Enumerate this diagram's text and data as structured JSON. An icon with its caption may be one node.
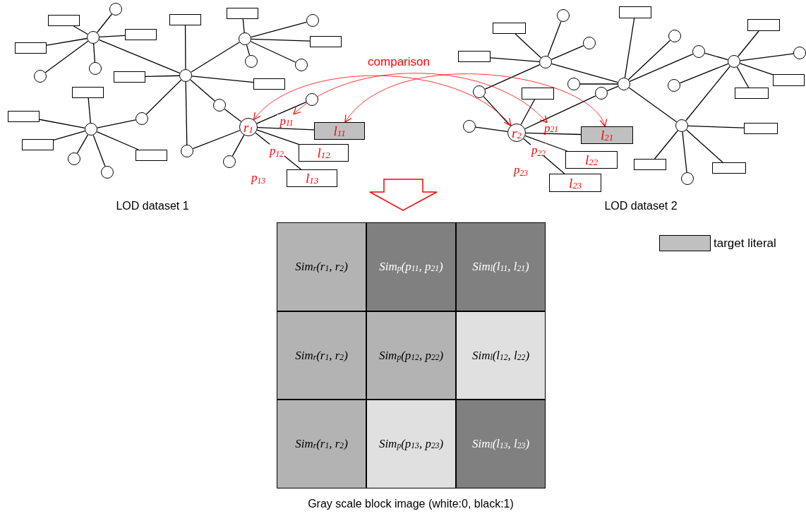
{
  "diagram": {
    "nodes": [
      {
        "text": [],
        "shape": "circle"
      },
      {
        "text": [],
        "shape": "circle"
      },
      {
        "text": [],
        "shape": "circle"
      },
      {
        "text": [],
        "shape": "circle"
      },
      {
        "text": [
          "r$_{1}$"
        ]
      },
      {
        "text": [],
        "shape": "box"
      },
      {
        "text": [],
        "shape": "circle"
      },
      {
        "text": [],
        "shape": "box"
      },
      {
        "text": [],
        "shape": "box"
      },
      {
        "text": [],
        "shape": "circle"
      },
      {
        "text": [],
        "shape": "circle"
      },
      {
        "text": [],
        "shape": "box"
      },
      {
        "text": [],
        "shape": "box"
      },
      {
        "text": [],
        "shape": "box"
      },
      {
        "text": [],
        "shape": "circle"
      },
      {
        "text": [],
        "shape": "circle"
      },
      {
        "text": [],
        "shape": "circle"
      },
      {
        "text": [],
        "shape": "box"
      },
      {
        "text": [],
        "shape": "circle"
      },
      {
        "text": [],
        "shape": "box"
      },
      {
        "text": [],
        "shape": "circle"
      },
      {
        "text": [],
        "shape": "circle"
      },
      {
        "text": [],
        "shape": "box"
      },
      {
        "text": [],
        "shape": "box"
      },
      {
        "text": [],
        "shape": "box"
      },
      {
        "text": [],
        "shape": "circle"
      },
      {
        "text": [],
        "shape": "circle"
      },
      {
        "text": [],
        "shape": "box"
      },
      {
        "text": [],
        "shape": "circle"
      },
      {
        "text": [
          "l$_{11}$"
        ]
      },
      {
        "text": [
          "l$_{12}$"
        ]
      },
      {
        "text": [
          "l$_{13}$"
        ]
      },
      {
        "text": [],
        "shape": "circle"
      },
      {
        "text": [],
        "shape": "circle"
      },
      {
        "text": [],
        "shape": "circle"
      },
      {
        "text": [],
        "shape": "circle"
      },
      {
        "text": [],
        "shape": "circle"
      },
      {
        "text": [
          "r$_{2}$"
        ]
      },
      {
        "text": [],
        "shape": "box"
      },
      {
        "text": [],
        "shape": "circle"
      },
      {
        "text": [],
        "shape": "circle"
      },
      {
        "text": [],
        "shape": "box"
      },
      {
        "text": [],
        "shape": "circle"
      },
      {
        "text": [],
        "shape": "box"
      },
      {
        "text": [],
        "shape": "circle"
      },
      {
        "text": [],
        "shape": "circle"
      },
      {
        "text": [],
        "shape": "circle"
      },
      {
        "text": [],
        "shape": "circle"
      },
      {
        "text": [],
        "shape": "box"
      },
      {
        "text": [],
        "shape": "circle"
      },
      {
        "text": [],
        "shape": "box"
      },
      {
        "text": [],
        "shape": "box"
      },
      {
        "text": [],
        "shape": "circle"
      },
      {
        "text": [],
        "shape": "box"
      },
      {
        "text": [],
        "shape": "box"
      },
      {
        "text": [],
        "shape": "circle"
      },
      {
        "text": [],
        "shape": "box"
      },
      {
        "text": [],
        "shape": "circle"
      },
      {
        "text": [],
        "shape": "box"
      },
      {
        "text": [
          "l$_{21}$"
        ]
      },
      {
        "text": [
          "l$_{22}$"
        ]
      },
      {
        "text": [
          "l$_{23}$"
        ]
      },
      {
        "text": [
          "Sim$_{r}$(r$_{1}$, r$_{2}$)"
        ]
      },
      {
        "text": [
          "Sim$_{p}$(p$_{11}$, p$_{21}$)"
        ]
      },
      {
        "text": [
          "Sim$_{l}$(l$_{11}$, l$_{21}$)"
        ]
      },
      {
        "text": [
          "Sim$_{r}$(r$_{1}$, r$_{2}$)"
        ]
      },
      {
        "text": [
          "Sim$_{p}$(p$_{12}$, p$_{22}$)"
        ]
      },
      {
        "text": [
          "Sim$_{l}$(l$_{12}$, l$_{22}$)"
        ]
      },
      {
        "text": [
          "Sim$_{r}$(r$_{1}$, r$_{2}$)"
        ]
      },
      {
        "text": [
          "Sim$_{p}$(p$_{13}$, p$_{23}$)"
        ]
      },
      {
        "text": [
          "Sim$_{l}$(l$_{13}$, l$_{23}$)"
        ]
      },
      {
        "text": [
          "p$_{11}$"
        ]
      },
      {
        "text": [
          "p$_{21}$"
        ]
      }
    ],
    "edges": [
      {
        "from": 1,
        "to": 5,
        "arrow": "none"
      },
      {
        "from": 1,
        "to": 6,
        "arrow": "none"
      },
      {
        "from": 1,
        "to": 7,
        "arrow": "none"
      },
      {
        "from": 1,
        "to": 8,
        "arrow": "none"
      },
      {
        "from": 1,
        "to": 9,
        "arrow": "none"
      },
      {
        "from": 1,
        "to": 10,
        "arrow": "none"
      },
      {
        "from": 0,
        "to": 1,
        "arrow": "none"
      },
      {
        "from": 0,
        "to": 11,
        "arrow": "none"
      },
      {
        "from": 0,
        "to": 12,
        "arrow": "none"
      },
      {
        "from": 0,
        "to": 13,
        "arrow": "none"
      },
      {
        "from": 0,
        "to": 14,
        "arrow": "none"
      },
      {
        "from": 0,
        "to": 15,
        "arrow": "none"
      },
      {
        "from": 0,
        "to": 16,
        "arrow": "none"
      },
      {
        "from": 0,
        "to": 2,
        "arrow": "none"
      },
      {
        "from": 2,
        "to": 17,
        "arrow": "none"
      },
      {
        "from": 2,
        "to": 18,
        "arrow": "none"
      },
      {
        "from": 2,
        "to": 19,
        "arrow": "none"
      },
      {
        "from": 2,
        "to": 20,
        "arrow": "none"
      },
      {
        "from": 2,
        "to": 21,
        "arrow": "none"
      },
      {
        "from": 3,
        "to": 22,
        "arrow": "none"
      },
      {
        "from": 3,
        "to": 23,
        "arrow": "none"
      },
      {
        "from": 3,
        "to": 15,
        "arrow": "none"
      },
      {
        "from": 3,
        "to": 24,
        "arrow": "none"
      },
      {
        "from": 3,
        "to": 25,
        "arrow": "none"
      },
      {
        "from": 3,
        "to": 26,
        "arrow": "none"
      },
      {
        "from": 3,
        "to": 27,
        "arrow": "none"
      },
      {
        "from": 4,
        "to": 14,
        "arrow": "none"
      },
      {
        "from": 4,
        "to": 28,
        "arrow": "none"
      },
      {
        "from": 4,
        "to": 29,
        "arrow": "none"
      },
      {
        "from": 4,
        "to": 30,
        "arrow": "none",
        "label": "p$_{12}$"
      },
      {
        "from": 4,
        "to": 31,
        "arrow": "none",
        "label": "p$_{13}$"
      },
      {
        "from": 4,
        "to": 32,
        "arrow": "none"
      },
      {
        "from": 4,
        "to": 16,
        "arrow": "none"
      },
      {
        "from": 33,
        "to": 38,
        "arrow": "none"
      },
      {
        "from": 33,
        "to": 39,
        "arrow": "none"
      },
      {
        "from": 33,
        "to": 40,
        "arrow": "none"
      },
      {
        "from": 33,
        "to": 41,
        "arrow": "none"
      },
      {
        "from": 33,
        "to": 42,
        "arrow": "none"
      },
      {
        "from": 33,
        "to": 34,
        "arrow": "none"
      },
      {
        "from": 34,
        "to": 43,
        "arrow": "none"
      },
      {
        "from": 34,
        "to": 44,
        "arrow": "none"
      },
      {
        "from": 34,
        "to": 45,
        "arrow": "none"
      },
      {
        "from": 34,
        "to": 46,
        "arrow": "none"
      },
      {
        "from": 34,
        "to": 47,
        "arrow": "none"
      },
      {
        "from": 34,
        "to": 36,
        "arrow": "none"
      },
      {
        "from": 35,
        "to": 45,
        "arrow": "none"
      },
      {
        "from": 35,
        "to": 48,
        "arrow": "none"
      },
      {
        "from": 35,
        "to": 49,
        "arrow": "none"
      },
      {
        "from": 35,
        "to": 50,
        "arrow": "none"
      },
      {
        "from": 35,
        "to": 51,
        "arrow": "none"
      },
      {
        "from": 35,
        "to": 52,
        "arrow": "none"
      },
      {
        "from": 35,
        "to": 36,
        "arrow": "none"
      },
      {
        "from": 36,
        "to": 53,
        "arrow": "none"
      },
      {
        "from": 36,
        "to": 54,
        "arrow": "none"
      },
      {
        "from": 36,
        "to": 55,
        "arrow": "none"
      },
      {
        "from": 36,
        "to": 56,
        "arrow": "none"
      },
      {
        "from": 37,
        "to": 57,
        "arrow": "none"
      },
      {
        "from": 37,
        "to": 58,
        "arrow": "none"
      },
      {
        "from": 37,
        "to": 42,
        "arrow": "none"
      },
      {
        "from": 37,
        "to": 47,
        "arrow": "none"
      },
      {
        "from": 37,
        "to": 59,
        "arrow": "none"
      },
      {
        "from": 37,
        "to": 60,
        "arrow": "none",
        "label": "p$_{22}$"
      },
      {
        "from": 37,
        "to": 61,
        "arrow": "none",
        "label": "p$_{23}$"
      },
      {
        "from": 4,
        "to": 37,
        "arrow": "both",
        "color": "#ff0000"
      },
      {
        "from": 71,
        "to": 72,
        "arrow": "both",
        "color": "#ff0000",
        "label": "comparison"
      },
      {
        "from": 29,
        "to": 59,
        "arrow": "both",
        "color": "#ff0000"
      }
    ],
    "labels": [
      "LOD dataset 1",
      "LOD dataset 2",
      "Gray scale block image (white:0, black:1)"
    ],
    "legend": [
      {
        "text": "target literal",
        "color": "#c0c0c0"
      }
    ]
  }
}
